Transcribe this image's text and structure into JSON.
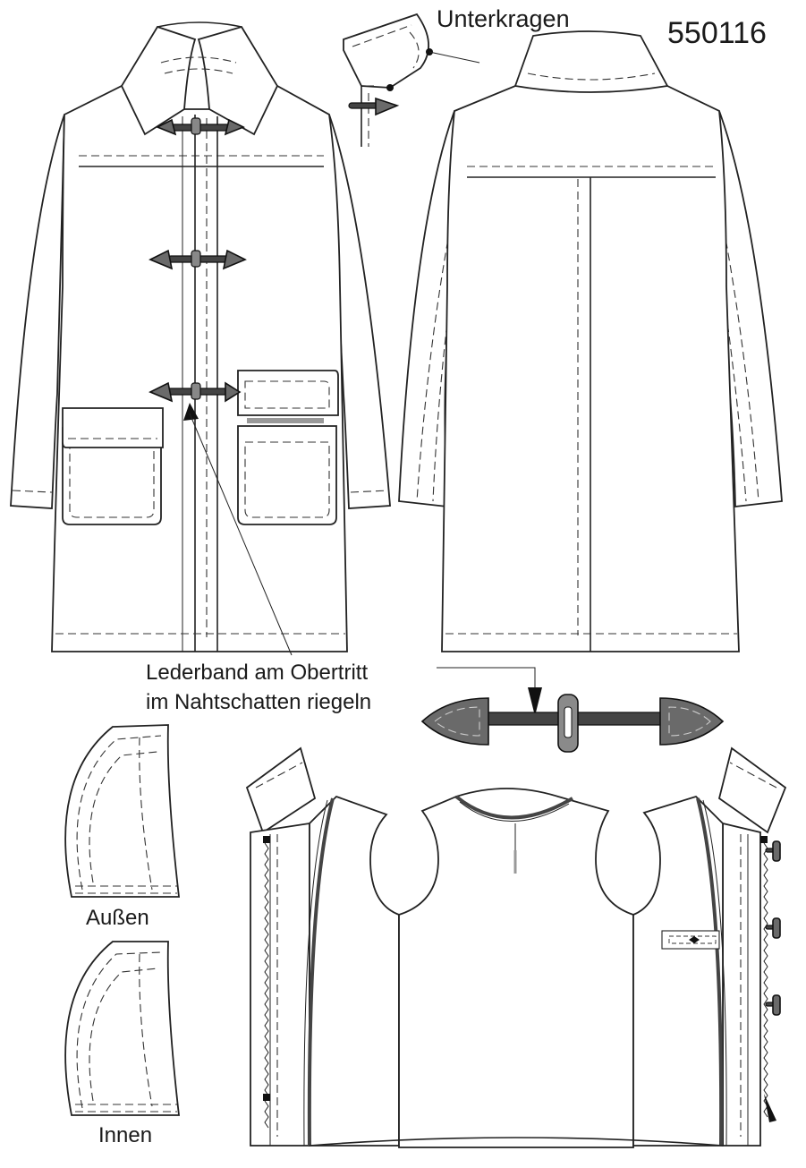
{
  "title": "550116",
  "labels": {
    "undercollar": "Unterkragen",
    "leather_note_line1": "Lederband am Obertritt",
    "leather_note_line2": "im Nahtschatten riegeln",
    "hood_outside": "Außen",
    "hood_inside": "Innen"
  },
  "colors": {
    "line": "#222222",
    "toggle_fill": "#6a6a6a",
    "wood_toggle": "#8a8a8a",
    "strap": "#444444",
    "background": "#ffffff"
  }
}
